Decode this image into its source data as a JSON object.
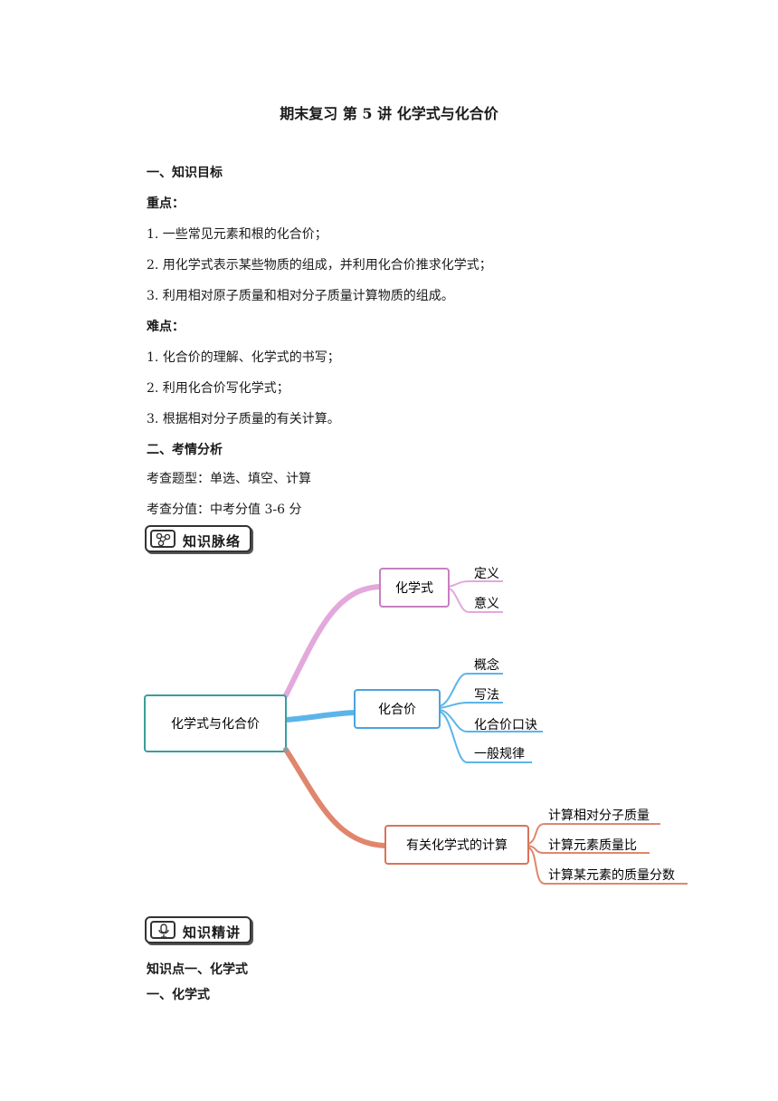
{
  "doc": {
    "title": "期末复习  第 5 讲  化学式与化合价",
    "section1": "一、知识目标",
    "key_label": "重点：",
    "key_points": [
      "1.  一些常见元素和根的化合价；",
      "2.  用化学式表示某些物质的组成，并利用化合价推求化学式；",
      "3.  利用相对原子质量和相对分子质量计算物质的组成。"
    ],
    "difficulty_label": "难点：",
    "difficulty_points": [
      "1.  化合价的理解、化学式的书写；",
      "2.  利用化合价写化学式；",
      "3.  根据相对分子质量的有关计算。"
    ],
    "section2": "二、考情分析",
    "exam_types": "考查题型：单选、填空、计算",
    "exam_score": "考查分值：中考分值 3-6 分",
    "badge1": "知识脉络",
    "badge2": "知识精讲",
    "knowledge_point": "知识点一、化学式",
    "sub_heading": "一、化学式"
  },
  "mindmap": {
    "root": "化学式与化合价",
    "branches": [
      {
        "label": "化学式",
        "color": "#c77fc2",
        "children": [
          "定义",
          "意义"
        ]
      },
      {
        "label": "化合价",
        "color": "#4aa3df",
        "children": [
          "概念",
          "写法",
          "化合价口诀",
          "一般规律"
        ]
      },
      {
        "label": "有关化学式的计算",
        "color": "#d9745a",
        "children": [
          "计算相对分子质量",
          "计算元素质量比",
          "计算某元素的质量分数"
        ]
      }
    ],
    "root_color": "#3a9e9a"
  }
}
